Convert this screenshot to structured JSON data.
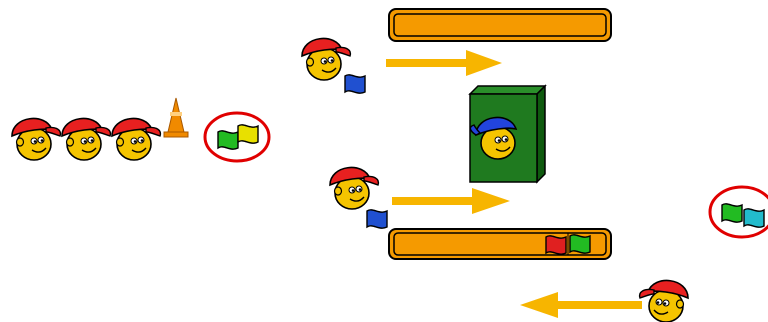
{
  "colors": {
    "background": "#ffffff",
    "red_cap": "#e82020",
    "face": "#f5c400",
    "blue_cap": "#2244dd",
    "buffer_fill": "#f59a00",
    "arrow": "#f7b500",
    "machine_green": "#1f7a1f",
    "circle_red": "#e00000",
    "flag_blue": "#2050d0",
    "flag_green": "#22bb22",
    "flag_yellow": "#e8e000",
    "flag_red": "#e02020",
    "flag_cyan": "#22bbcc",
    "cone": "#f08a00"
  },
  "icons": {
    "waiting_kids": [
      "red-cap-kid-icon",
      "red-cap-kid-icon",
      "red-cap-kid-icon"
    ],
    "cone": "traffic-cone-icon",
    "held_flags_left": [
      "green-flag-icon",
      "yellow-flag-icon"
    ],
    "top_kid": "red-cap-kid-icon",
    "top_kid_flag": "blue-flag-icon",
    "machine_kid": "blue-cap-kid-icon",
    "mid_kid": "red-cap-kid-icon",
    "mid_kid_flag": "blue-flag-icon",
    "bottom_buffer_flags": [
      "red-flag-icon",
      "green-flag-icon"
    ],
    "held_flags_right": [
      "green-flag-icon",
      "cyan-flag-icon"
    ],
    "bottom_kid": "red-cap-kid-icon"
  },
  "buffers": {
    "top": {
      "fill_fraction": 1.0
    },
    "bottom": {
      "fill_fraction": 1.0
    }
  },
  "arrows": {
    "top": "right",
    "middle": "right",
    "bottom": "left"
  }
}
